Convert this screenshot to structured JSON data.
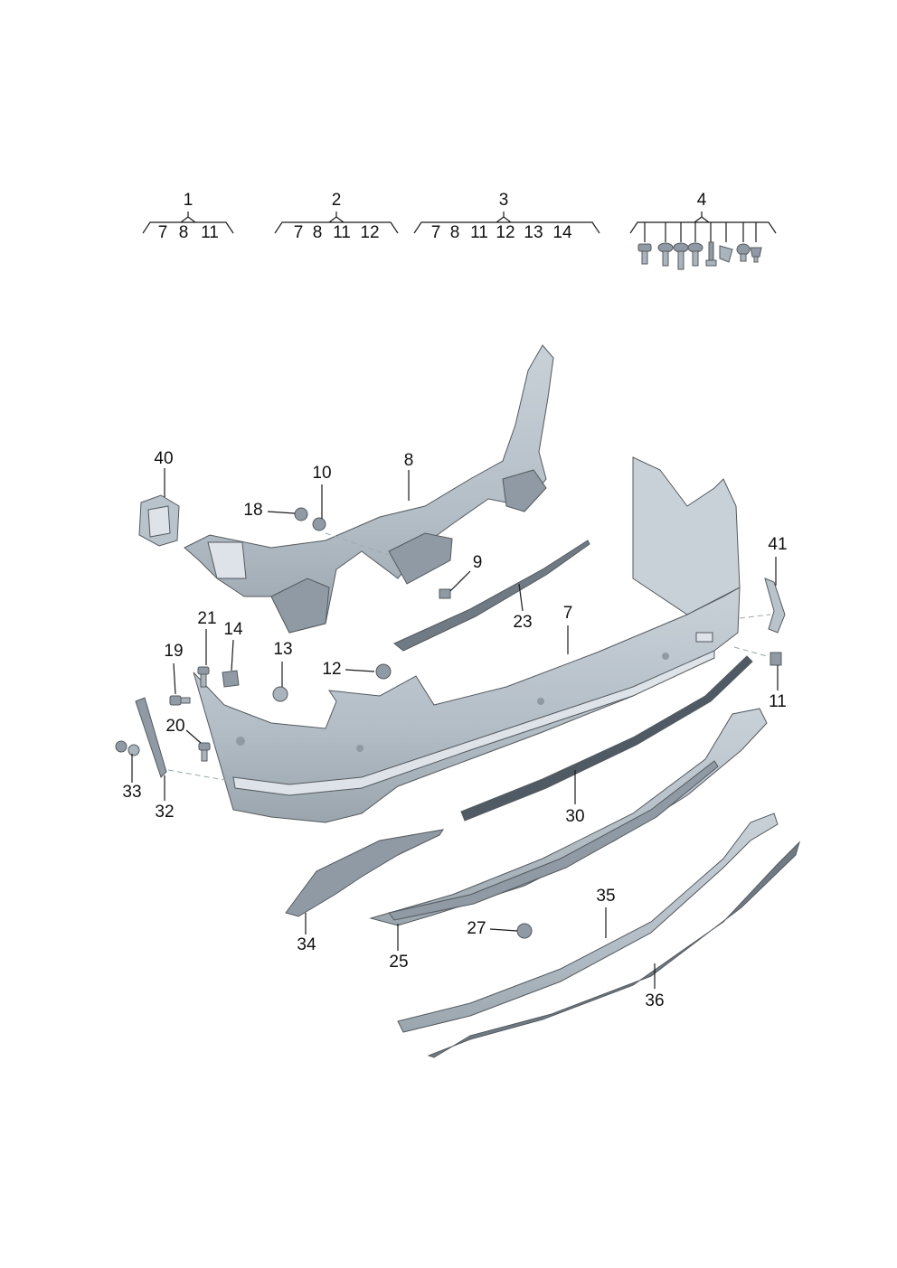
{
  "groups": [
    {
      "id": "1",
      "members": [
        "7",
        "8",
        "11"
      ]
    },
    {
      "id": "2",
      "members": [
        "7",
        "8",
        "11",
        "12"
      ]
    },
    {
      "id": "3",
      "members": [
        "7",
        "8",
        "11",
        "12",
        "13",
        "14"
      ]
    },
    {
      "id": "4",
      "members": []
    }
  ],
  "callouts": [
    {
      "id": "40",
      "text": "40"
    },
    {
      "id": "10",
      "text": "10"
    },
    {
      "id": "8",
      "text": "8"
    },
    {
      "id": "18",
      "text": "18"
    },
    {
      "id": "9",
      "text": "9"
    },
    {
      "id": "41",
      "text": "41"
    },
    {
      "id": "21",
      "text": "21"
    },
    {
      "id": "14",
      "text": "14"
    },
    {
      "id": "23",
      "text": "23"
    },
    {
      "id": "7",
      "text": "7"
    },
    {
      "id": "19",
      "text": "19"
    },
    {
      "id": "13",
      "text": "13"
    },
    {
      "id": "12",
      "text": "12"
    },
    {
      "id": "11",
      "text": "11"
    },
    {
      "id": "20",
      "text": "20"
    },
    {
      "id": "33",
      "text": "33"
    },
    {
      "id": "32",
      "text": "32"
    },
    {
      "id": "30",
      "text": "30"
    },
    {
      "id": "35",
      "text": "35"
    },
    {
      "id": "27",
      "text": "27"
    },
    {
      "id": "34",
      "text": "34"
    },
    {
      "id": "25",
      "text": "25"
    },
    {
      "id": "36",
      "text": "36"
    }
  ],
  "colors": {
    "part_fill": "#b9c3cc",
    "part_dark": "#8f9aa4",
    "part_light": "#dde3e8",
    "ink": "#111111"
  }
}
